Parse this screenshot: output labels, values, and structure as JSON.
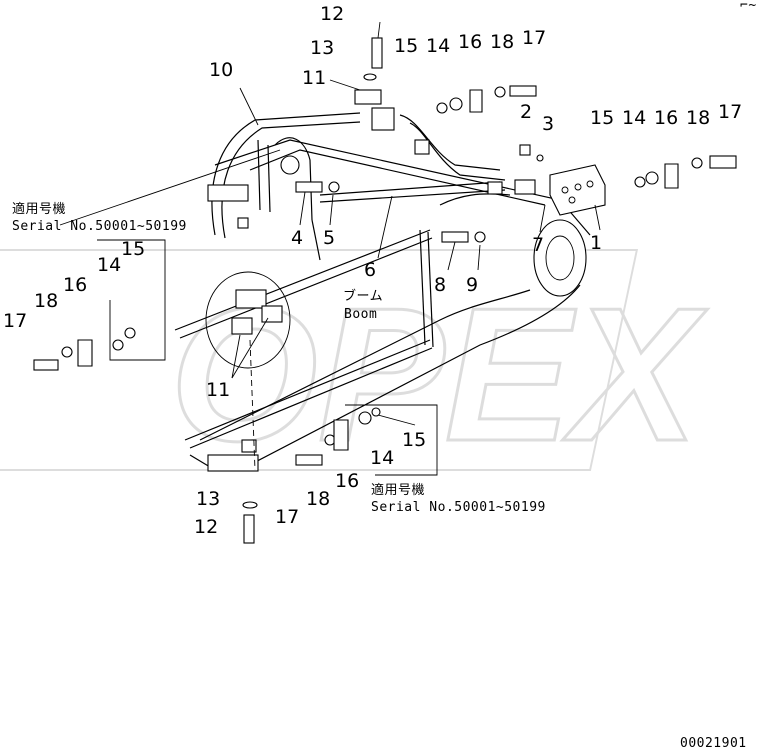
{
  "diagram": {
    "callouts": {
      "c1": "1",
      "c2": "2",
      "c3": "3",
      "c4": "4",
      "c5": "5",
      "c6": "6",
      "c7": "7",
      "c8": "8",
      "c9": "9",
      "c10": "10",
      "c11a": "11",
      "c11b": "11",
      "c12a": "12",
      "c12b": "12",
      "c13a": "13",
      "c13b": "13",
      "c14a": "14",
      "c14b": "14",
      "c14c": "14",
      "c14d": "14",
      "c15a": "15",
      "c15b": "15",
      "c15c": "15",
      "c15d": "15",
      "c16a": "16",
      "c16b": "16",
      "c16c": "16",
      "c16d": "16",
      "c17a": "17",
      "c17b": "17",
      "c17c": "17",
      "c17d": "17",
      "c18a": "18",
      "c18b": "18",
      "c18c": "18",
      "c18d": "18"
    },
    "boom_label_jp": "ブーム",
    "boom_label_en": "Boom",
    "serial_note_1_jp": "適用号機",
    "serial_note_1_en": "Serial No.50001~50199",
    "serial_note_2_jp": "適用号機",
    "serial_note_2_en": "Serial No.50001~50199",
    "watermark": "OPEX",
    "drawing_number": "00021901",
    "corner_mark": "⌐~"
  }
}
